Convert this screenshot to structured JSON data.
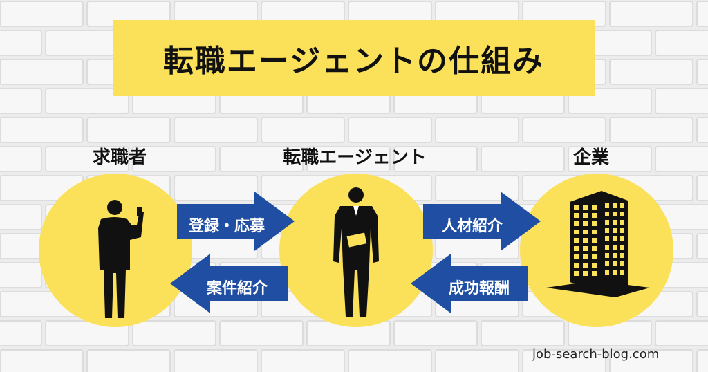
{
  "title": "転職エージェントの仕組み",
  "labels": {
    "job_seeker": "求職者",
    "agent": "転職エージェント",
    "company": "企業"
  },
  "arrows": {
    "register_apply": "登録・応募",
    "job_intro": "案件紹介",
    "talent_intro": "人材紹介",
    "success_fee": "成功報酬"
  },
  "footer": "job-search-blog.com",
  "colors": {
    "yellow": "#fbe15a",
    "arrow_blue": "#1f4ea3",
    "silhouette": "#111111"
  }
}
